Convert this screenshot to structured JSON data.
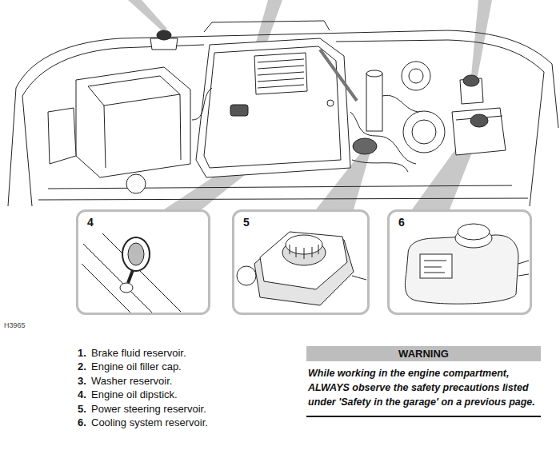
{
  "diagram": {
    "nodes": [
      {
        "text": [
          "4"
        ]
      },
      {
        "text": [
          "5"
        ]
      },
      {
        "text": [
          "6"
        ]
      },
      {
        "text": [
          "WARNING",
          "While working in the engine compartment, ALWAYS observe the safety precautions listed under 'Safety in the garage' on a previous page."
        ]
      }
    ],
    "labels": [
      "H3965",
      "1.",
      "Brake fluid reservoir.",
      "2.",
      "Engine oil filler cap.",
      "3.",
      "Washer reservoir.",
      "4.",
      "Engine oil dipstick.",
      "5.",
      "Power steering reservoir.",
      "6.",
      "Cooling system reservoir."
    ]
  }
}
